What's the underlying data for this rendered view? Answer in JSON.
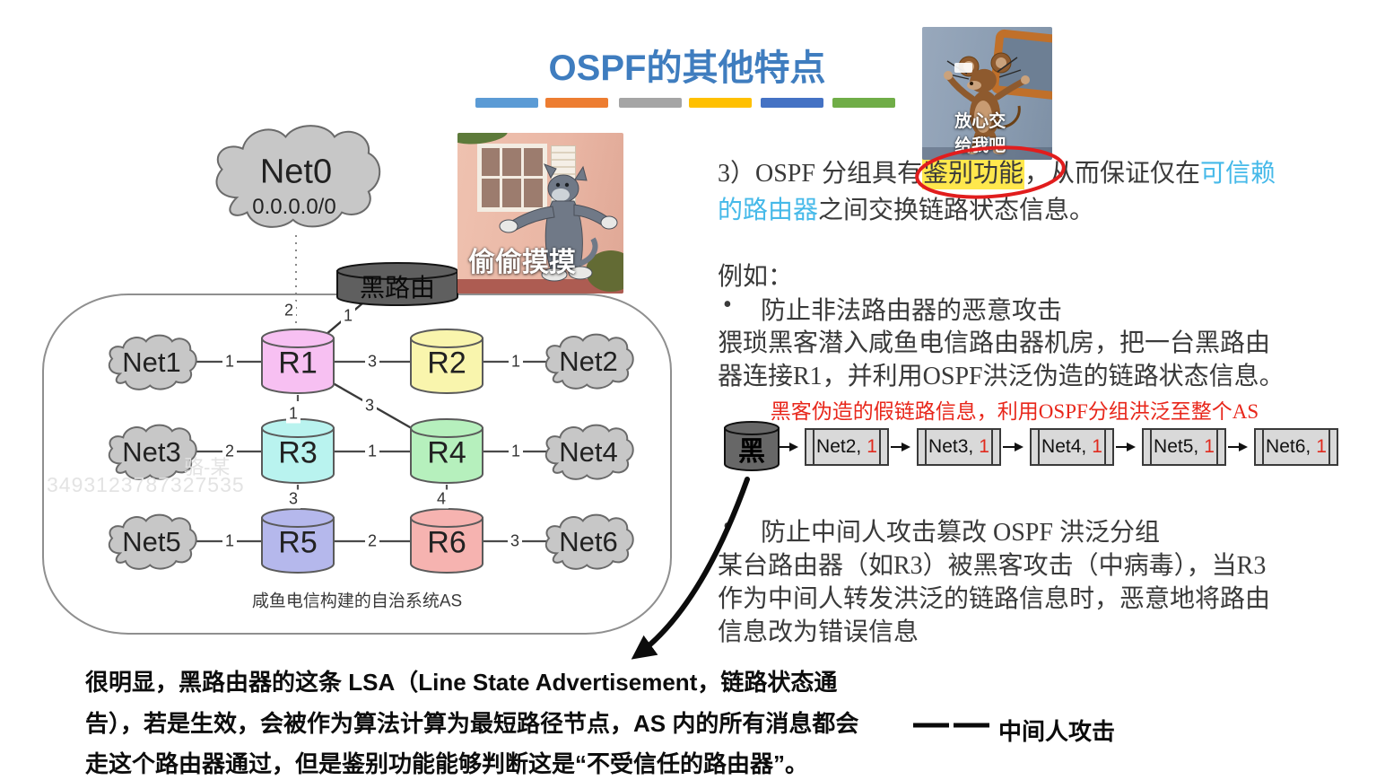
{
  "slide_title": {
    "text": "OSPF的其他特点",
    "color": "#3f7dbf",
    "bar_colors": [
      "#5b9bd5",
      "#ed7d31",
      "#a5a5a5",
      "#ffc000",
      "#4472c4",
      "#70ad47"
    ]
  },
  "memes": {
    "tom_caption": "偷偷摸摸",
    "jerry_caption": "放心交给我吧"
  },
  "topology": {
    "net0_label": "Net0",
    "net0_cidr": "0.0.0.0/0",
    "black_router_label": "黑路由",
    "as_caption": "咸鱼电信构建的自治系统AS",
    "watermark_name": "骆-某",
    "watermark_digits": "3493123787327535",
    "clouds": [
      {
        "label": "Net1"
      },
      {
        "label": "Net2"
      },
      {
        "label": "Net3"
      },
      {
        "label": "Net4"
      },
      {
        "label": "Net5"
      },
      {
        "label": "Net6"
      }
    ],
    "routers": [
      {
        "label": "R1",
        "color": "#f7c0f2"
      },
      {
        "label": "R2",
        "color": "#f9f5ad"
      },
      {
        "label": "R3",
        "color": "#b9f3ef"
      },
      {
        "label": "R4",
        "color": "#b6f0bd"
      },
      {
        "label": "R5",
        "color": "#b5b8ec"
      },
      {
        "label": "R6",
        "color": "#f6b3b0"
      }
    ],
    "link_costs": {
      "net0_r1": "2",
      "black_r1": "1",
      "net1_r1": "1",
      "r1_r2": "3",
      "r2_net2": "1",
      "r1_r3": "1",
      "r1_r4": "3",
      "net3_r3": "2",
      "r3_r4": "1",
      "r4_net4": "1",
      "r3_r5": "3",
      "r4_r6": "4",
      "net5_r5": "1",
      "r5_r6": "2",
      "r6_net6": "3"
    }
  },
  "point3": {
    "prefix": "3）OSPF 分组具有",
    "highlight": "鉴别功能",
    "comma": "，",
    "middle": "从而保证仅在",
    "trust1": "可信赖",
    "trust2": "的路由器",
    "suffix": "之间交换链路状态信息。",
    "trust_color": "#45b9e9",
    "highlight_color": "#ffe84d"
  },
  "example": {
    "heading": "例如：",
    "bullet_glyph": "•",
    "bullet1": "防止非法路由器的恶意攻击",
    "para_line1": "猥琐黑客潜入咸鱼电信路由器机房，把一台黑路由",
    "para_line2": "器连接R1，并利用OSPF洪泛伪造的链路状态信息。"
  },
  "chain": {
    "caption": "黑客伪造的假链路信息，利用OSPF分组洪泛至整个AS",
    "caption_color": "#e8271b",
    "source_label": "黑",
    "cost_color": "#e02a1e",
    "items": [
      {
        "net": "Net2,",
        "cost": "1"
      },
      {
        "net": "Net3,",
        "cost": "1"
      },
      {
        "net": "Net4,",
        "cost": "1"
      },
      {
        "net": "Net5,",
        "cost": "1"
      },
      {
        "net": "Net6,",
        "cost": "1"
      }
    ]
  },
  "mitm": {
    "bullet_glyph": "•",
    "bullet": "防止中间人攻击篡改 OSPF 洪泛分组",
    "line1": "某台路由器（如R3）被黑客攻击（中病毒），当R3",
    "line2": "作为中间人转发洪泛的链路信息时，恶意地将路由",
    "line3": "信息改为错误信息"
  },
  "bottom_note": {
    "line1": "很明显，黑路由器的这条 LSA（Line State Advertisement，链路状态通",
    "line2": "告），若是生效，会被作为算法计算为最短路径节点，AS 内的所有消息都会",
    "line3": "走这个路由器通过，但是鉴别功能能够判断这是“不受信任的路由器”。"
  },
  "legend": {
    "label": "中间人攻击"
  }
}
